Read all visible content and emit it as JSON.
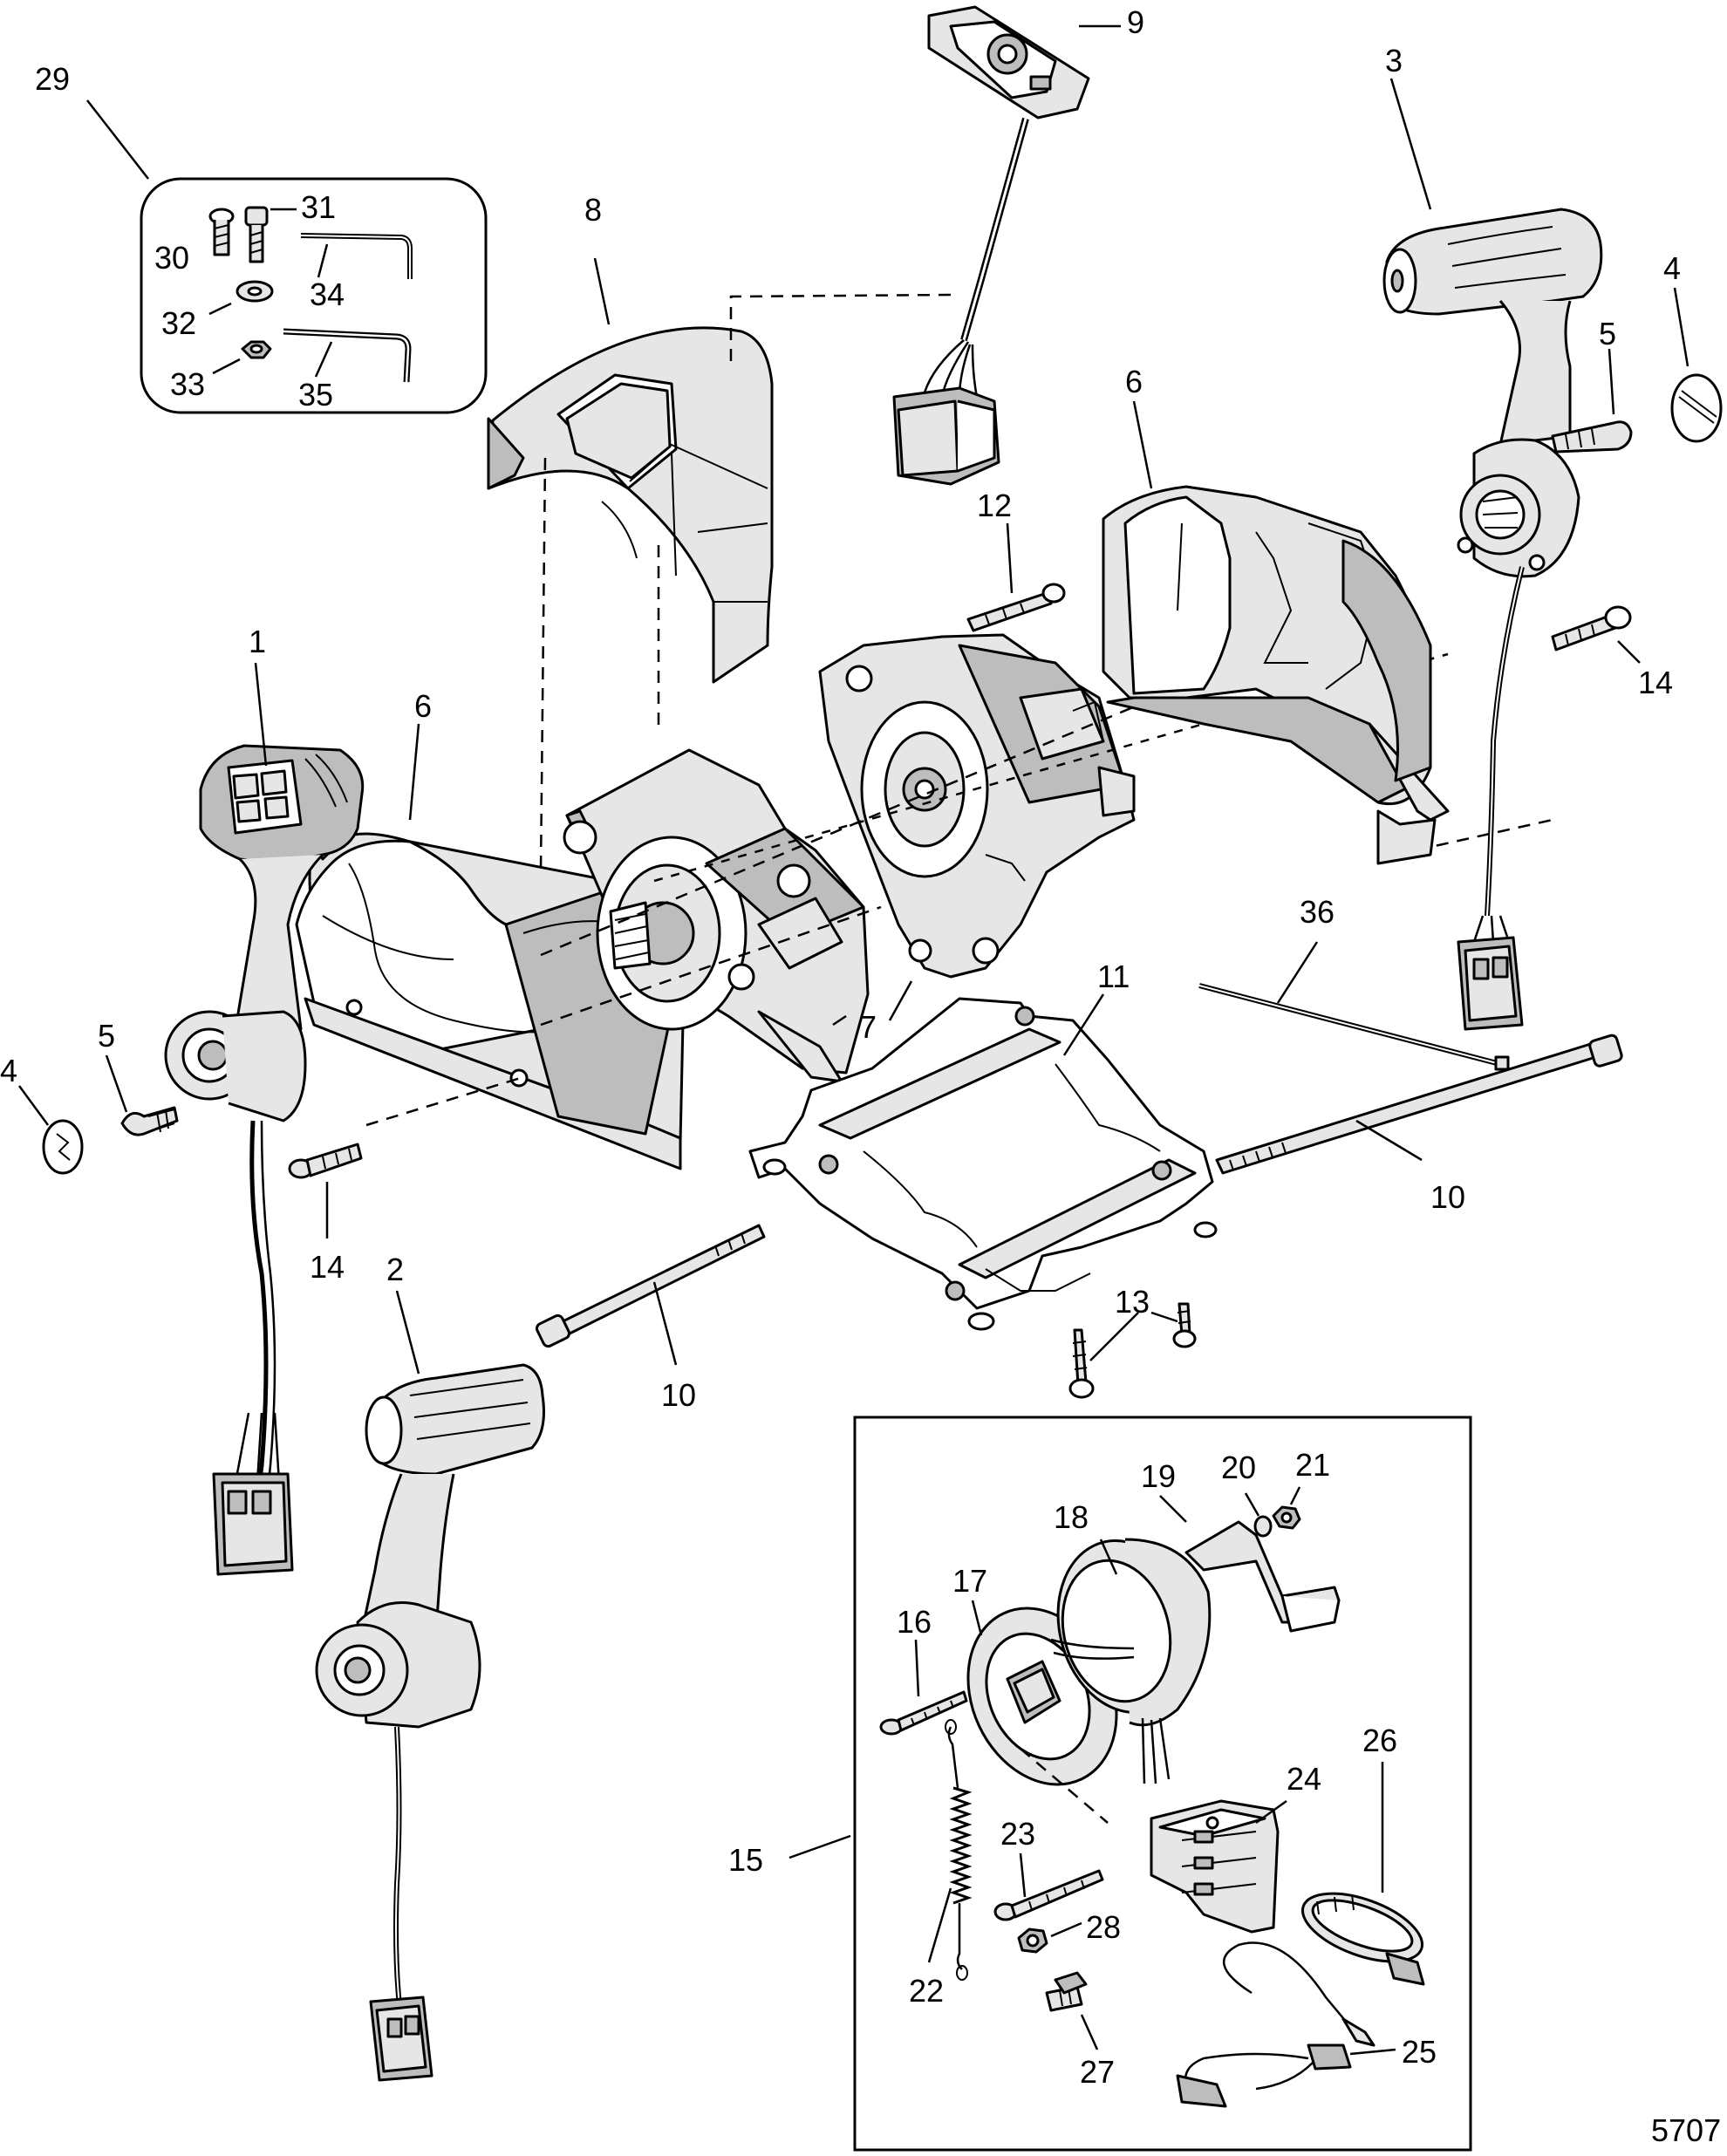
{
  "figure_number": "5707",
  "callouts": {
    "c1": "1",
    "c2": "2",
    "c3": "3",
    "c4a": "4",
    "c4b": "4",
    "c5a": "5",
    "c5b": "5",
    "c6a": "6",
    "c6b": "6",
    "c7": "7",
    "c8": "8",
    "c9": "9",
    "c10a": "10",
    "c10b": "10",
    "c11": "11",
    "c12": "12",
    "c13": "13",
    "c14a": "14",
    "c14b": "14",
    "c15": "15",
    "c16": "16",
    "c17": "17",
    "c18": "18",
    "c19": "19",
    "c20": "20",
    "c21": "21",
    "c22": "22",
    "c23": "23",
    "c24": "24",
    "c25": "25",
    "c26": "26",
    "c27": "27",
    "c28": "28",
    "c29": "29",
    "c30": "30",
    "c31": "31",
    "c32": "32",
    "c33": "33",
    "c34": "34",
    "c35": "35",
    "c36": "36"
  }
}
